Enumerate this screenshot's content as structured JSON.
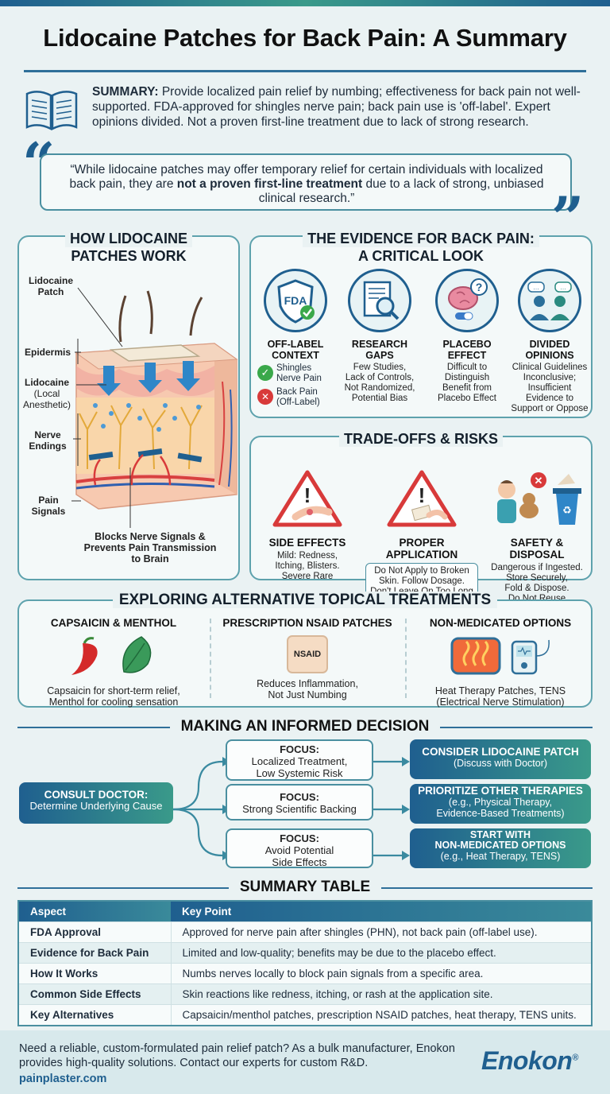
{
  "title": "Lidocaine Patches for Back Pain: A Summary",
  "summary": {
    "label": "SUMMARY:",
    "text": " Provide localized pain relief by numbing; effectiveness for back pain not well-supported. FDA-approved for shingles nerve pain; back pain use is 'off-label'. Expert opinions divided. Not a proven first-line treatment due to lack of strong research."
  },
  "quote": {
    "before": "“While lidocaine patches may offer temporary relief for certain individuals with localized back pain, they are ",
    "bold": "not a proven first-line treatment",
    "after": " due to a lack of strong, unbiased clinical research.”"
  },
  "how": {
    "title_1": "HOW LIDOCAINE",
    "title_2": "PATCHES WORK",
    "labels": {
      "patch_1": "Lidocaine",
      "patch_2": "Patch",
      "epidermis": "Epidermis",
      "lido_1": "Lidocaine",
      "lido_2": "(Local",
      "lido_3": "Anesthetic)",
      "nerve_1": "Nerve",
      "nerve_2": "Endings",
      "pain_1": "Pain",
      "pain_2": "Signals"
    },
    "caption_1": "Blocks Nerve Signals &",
    "caption_2": "Prevents Pain Transmission",
    "caption_3": "to Brain"
  },
  "evidence": {
    "title_1": "THE EVIDENCE FOR BACK PAIN:",
    "title_2": "A CRITICAL LOOK",
    "fda_badge": "FDA",
    "offlabel": {
      "head_1": "OFF-LABEL",
      "head_2": "CONTEXT",
      "ok_1": "Shingles",
      "ok_2": "Nerve Pain",
      "no_1": "Back Pain",
      "no_2": "(Off-Label)"
    },
    "gaps": {
      "head_1": "RESEARCH",
      "head_2": "GAPS",
      "b1": "Few Studies,",
      "b2": "Lack of Controls,",
      "b3": "Not Randomized,",
      "b4": "Potential Bias"
    },
    "placebo": {
      "head_1": "PLACEBO",
      "head_2": "EFFECT",
      "b1": "Difficult to",
      "b2": "Distinguish",
      "b3": "Benefit from",
      "b4": "Placebo Effect"
    },
    "divided": {
      "head_1": "DIVIDED",
      "head_2": "OPINIONS",
      "b1": "Clinical Guidelines",
      "b2": "Inconclusive;",
      "b3": "Insufficient",
      "b4": "Evidence to",
      "b5": "Support or Oppose"
    }
  },
  "risks": {
    "title": "TRADE-OFFS & RISKS",
    "side": {
      "head": "SIDE EFFECTS",
      "b1": "Mild: Redness,",
      "b2": "Itching, Blisters.",
      "b3": "Severe Rare"
    },
    "app": {
      "head": "PROPER APPLICATION",
      "b1": "Do Not Apply to Broken",
      "b2": "Skin. Follow Dosage.",
      "b3": "Don't Leave On Too Long"
    },
    "safety": {
      "head": "SAFETY & DISPOSAL",
      "b1": "Dangerous if Ingested.",
      "b2": "Store Securely,",
      "b3": "Fold & Dispose.",
      "b4": "Do Not Reuse"
    }
  },
  "alternatives": {
    "title": "EXPLORING ALTERNATIVE TOPICAL TREATMENTS",
    "cap": {
      "head": "CAPSAICIN & MENTHOL",
      "b1": "Capsaicin for short-term relief,",
      "b2": "Menthol for cooling sensation"
    },
    "nsaid": {
      "head": "PRESCRIPTION NSAID PATCHES",
      "badge": "NSAID",
      "b1": "Reduces Inflammation,",
      "b2": "Not Just Numbing"
    },
    "nonmed": {
      "head": "NON-MEDICATED OPTIONS",
      "b1": "Heat Therapy Patches, TENS",
      "b2": "(Electrical Nerve Stimulation)"
    }
  },
  "decision": {
    "title": "MAKING AN INFORMED DECISION",
    "consult_head": "CONSULT DOCTOR:",
    "consult_body": "Determine Underlying Cause",
    "focus_label": "FOCUS:",
    "f1_1": "Localized Treatment,",
    "f1_2": "Low Systemic Risk",
    "f2_1": "Strong Scientific Backing",
    "f3_1": "Avoid Potential",
    "f3_2": "Side Effects",
    "r1_head": "CONSIDER LIDOCAINE PATCH",
    "r1_body": "(Discuss with Doctor)",
    "r2_head": "PRIORITIZE OTHER THERAPIES",
    "r2_b1": "(e.g., Physical Therapy,",
    "r2_b2": "Evidence-Based Treatments)",
    "r3_head_1": "START WITH",
    "r3_head_2": "NON-MEDICATED OPTIONS",
    "r3_body": "(e.g., Heat Therapy, TENS)"
  },
  "table": {
    "title": "SUMMARY TABLE",
    "headers": [
      "Aspect",
      "Key Point"
    ],
    "rows": [
      [
        "FDA Approval",
        "Approved for nerve pain after shingles (PHN), not back pain (off-label use)."
      ],
      [
        "Evidence for Back Pain",
        "Limited and low-quality; benefits may be due to the placebo effect."
      ],
      [
        "How It Works",
        "Numbs nerves locally to block pain signals from a specific area."
      ],
      [
        "Common Side Effects",
        "Skin reactions like redness, itching, or rash at the application site."
      ],
      [
        "Key Alternatives",
        "Capsaicin/menthol patches, prescription NSAID patches, heat therapy, TENS units."
      ]
    ]
  },
  "footer": {
    "text": "Need a reliable, custom-formulated pain relief patch? As a bulk manufacturer, Enokon provides high-quality solutions. Contact our experts for custom R&D.",
    "url": "painplaster.com",
    "logo": "Enokon",
    "reg": "®"
  },
  "colors": {
    "primary": "#1f5f8f",
    "teal": "#3a9a8a",
    "border": "#5ea2ad",
    "alert": "#d83a3a",
    "ok": "#3aa84a"
  }
}
